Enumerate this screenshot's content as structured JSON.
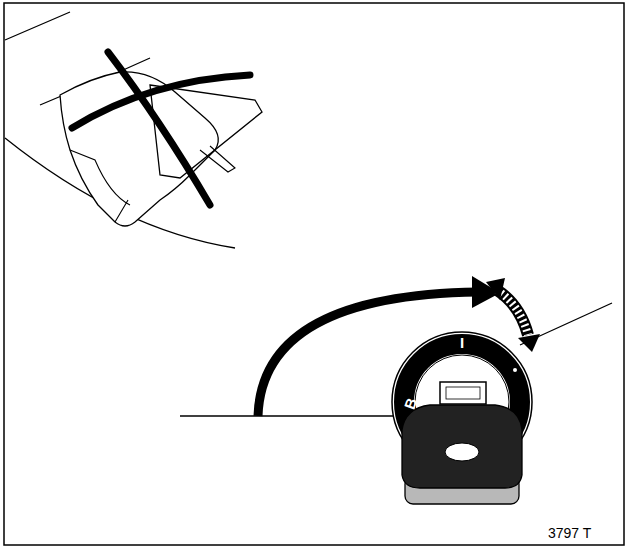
{
  "diagram": {
    "labels": [
      "B",
      "I",
      "3797 T"
    ]
  }
}
